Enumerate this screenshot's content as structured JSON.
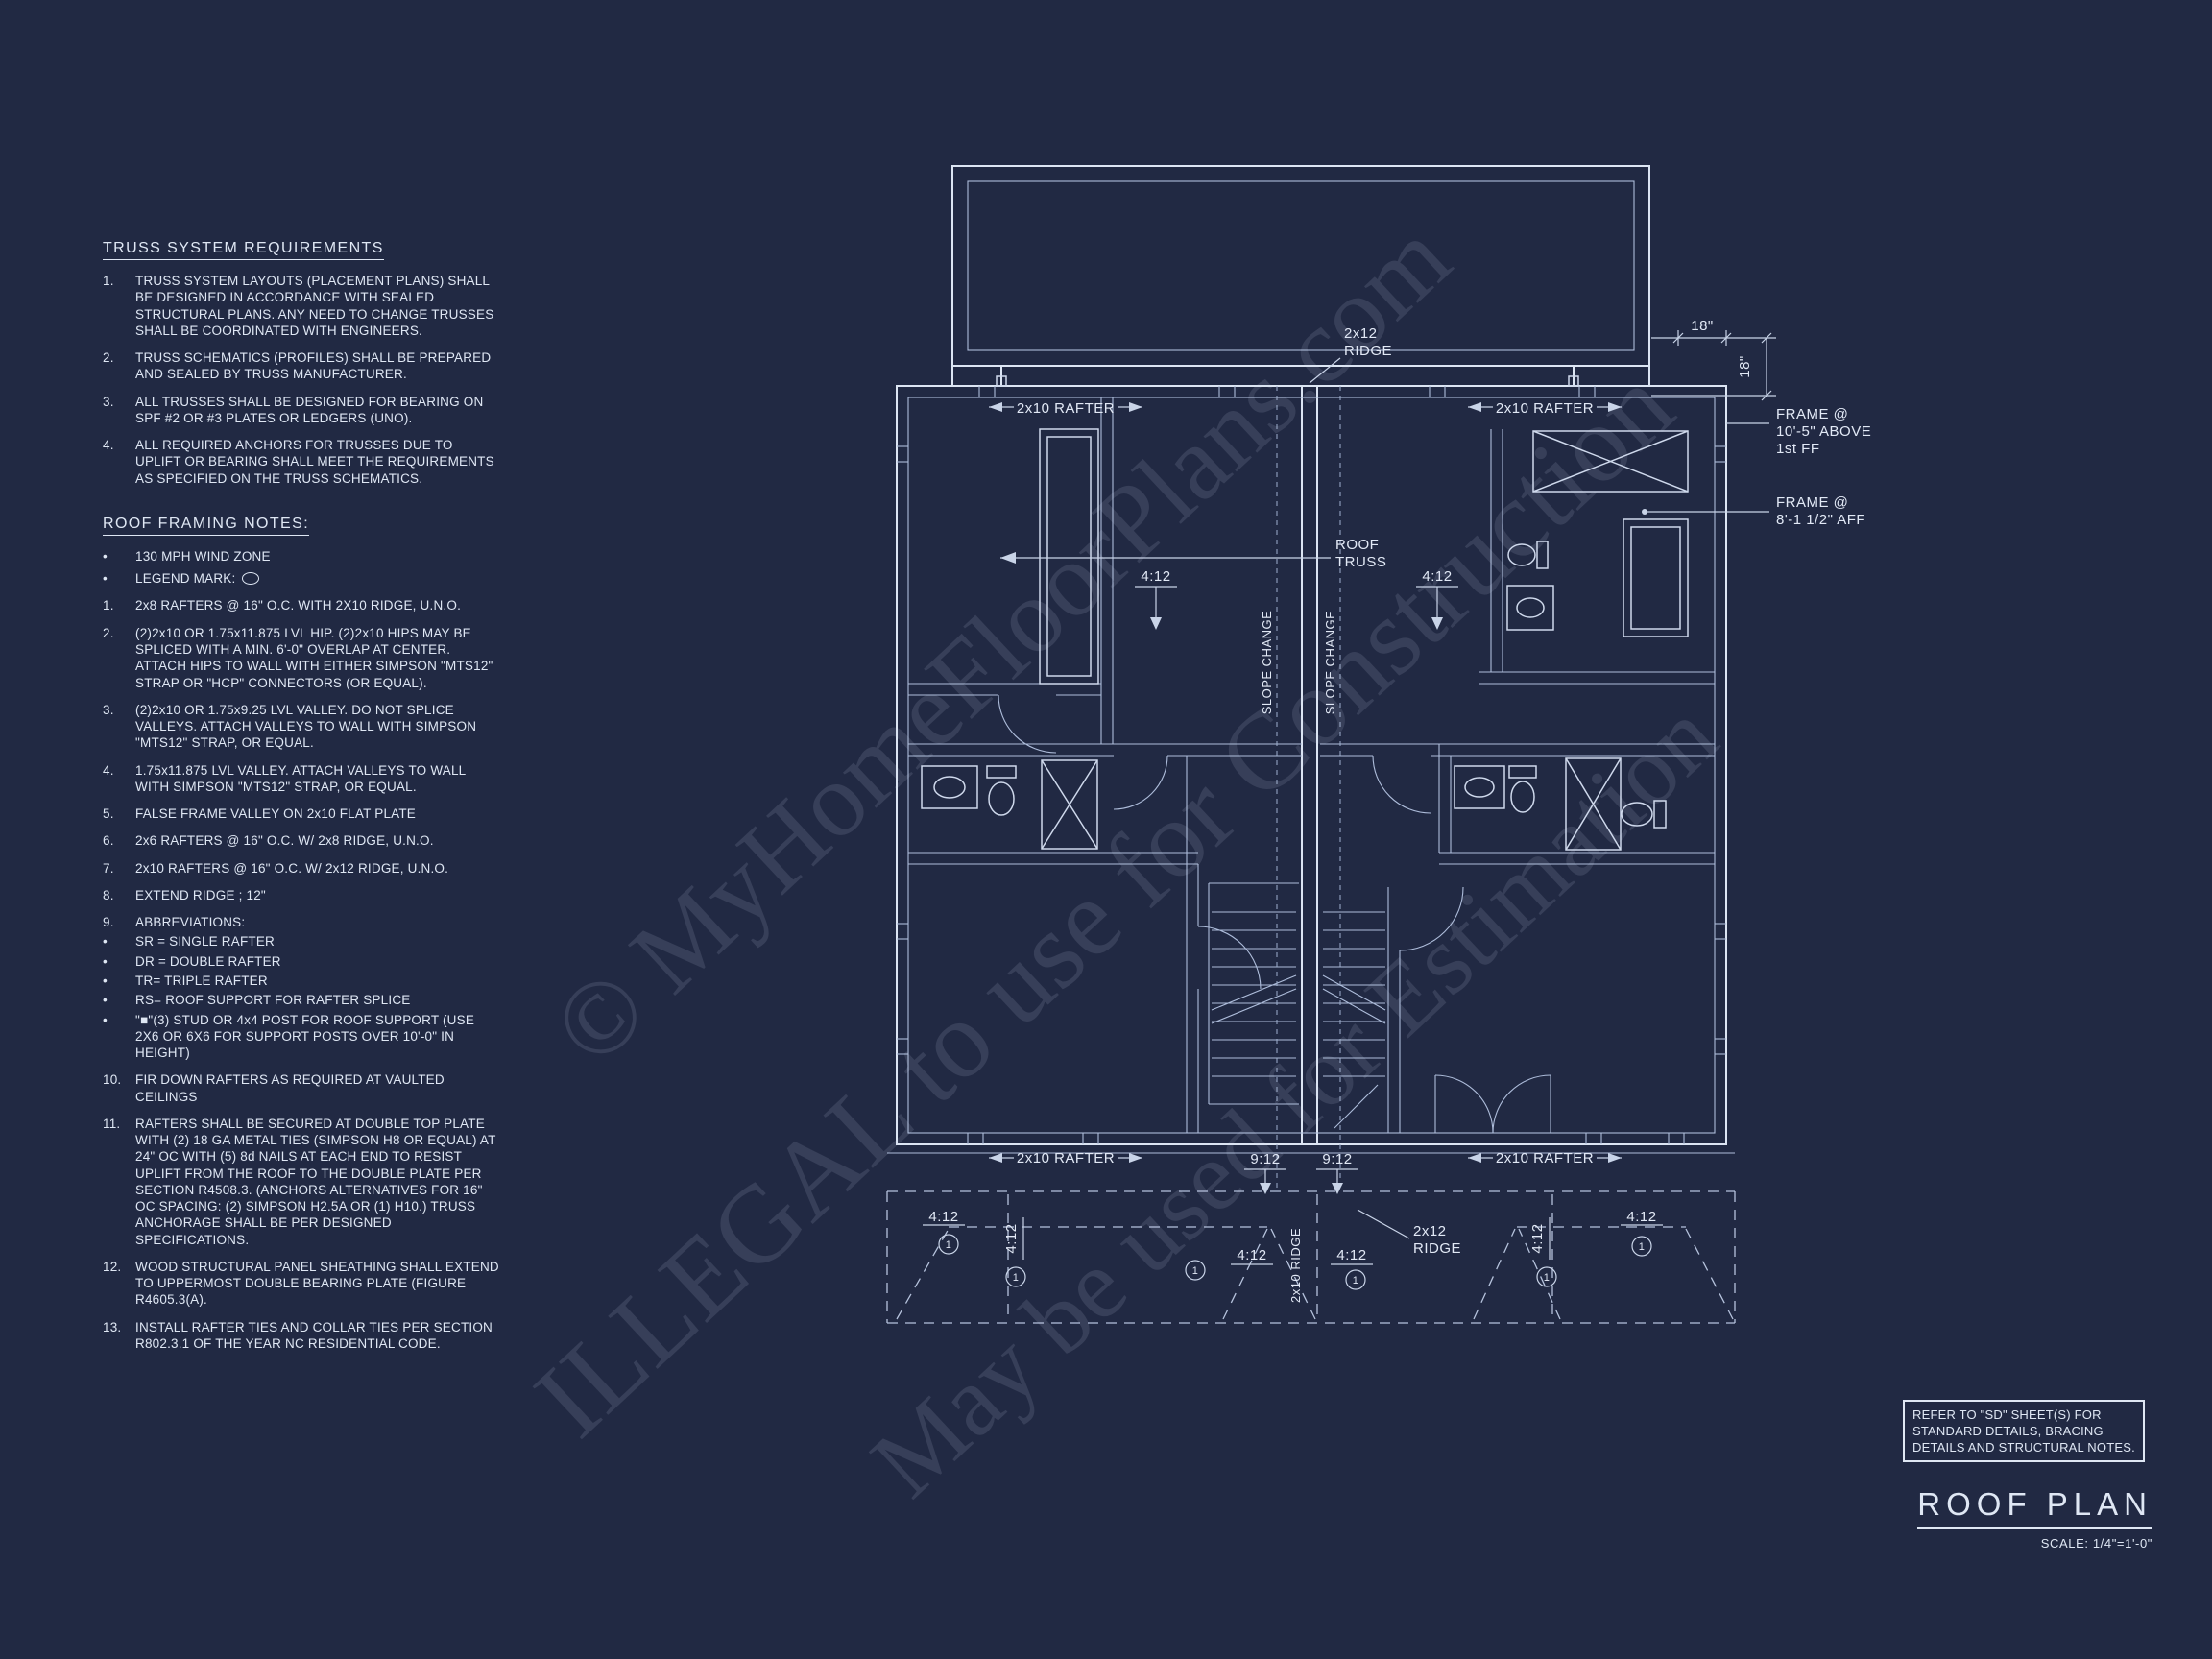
{
  "page": {
    "bg": "#212943",
    "ink": "#dfe7f4"
  },
  "notes": {
    "truss": {
      "title": "TRUSS SYSTEM REQUIREMENTS",
      "items": [
        {
          "num": "1.",
          "text": "TRUSS SYSTEM LAYOUTS (PLACEMENT PLANS) SHALL BE DESIGNED IN ACCORDANCE WITH SEALED STRUCTURAL PLANS. ANY NEED TO CHANGE TRUSSES SHALL BE COORDINATED  WITH ENGINEERS."
        },
        {
          "num": "2.",
          "text": "TRUSS SCHEMATICS (PROFILES) SHALL BE PREPARED AND SEALED BY TRUSS MANUFACTURER."
        },
        {
          "num": "3.",
          "text": "ALL TRUSSES SHALL BE DESIGNED FOR  BEARING ON SPF #2 OR #3 PLATES OR LEDGERS  (UNO)."
        },
        {
          "num": "4.",
          "text": "ALL REQUIRED ANCHORS FOR TRUSSES DUE  TO UPLIFT OR BEARING SHALL MEET THE REQUIREMENTS AS SPECIFIED ON THE TRUSS SCHEMATICS."
        }
      ]
    },
    "framing": {
      "title": "ROOF FRAMING NOTES:",
      "bullets": [
        {
          "num": "•",
          "text": "130 MPH WIND ZONE"
        },
        {
          "num": "•",
          "text": "LEGEND MARK:"
        }
      ],
      "items": [
        {
          "num": "1.",
          "text": "2x8 RAFTERS @ 16\" O.C. WITH 2X10 RIDGE, U.N.O."
        },
        {
          "num": "2.",
          "text": "(2)2x10 OR 1.75x11.875 LVL HIP.  (2)2x10 HIPS MAY BE SPLICED WITH A MIN. 6'-0\" OVERLAP AT CENTER. ATTACH HIPS TO WALL WITH EITHER SIMPSON \"MTS12\" STRAP OR \"HCP\" CONNECTORS (OR EQUAL)."
        },
        {
          "num": "3.",
          "text": "(2)2x10 OR 1.75x9.25 LVL VALLEY.  DO NOT SPLICE VALLEYS. ATTACH VALLEYS TO WALL WITH  SIMPSON \"MTS12\" STRAP, OR EQUAL."
        },
        {
          "num": "4.",
          "text": "1.75x11.875 LVL VALLEY.  ATTACH VALLEYS TO WALL WITH SIMPSON \"MTS12\" STRAP, OR EQUAL."
        },
        {
          "num": "5.",
          "text": "FALSE FRAME VALLEY ON 2x10 FLAT PLATE"
        },
        {
          "num": "6.",
          "text": "2x6 RAFTERS @ 16\" O.C. W/ 2x8 RIDGE, U.N.O."
        },
        {
          "num": "7.",
          "text": "2x10 RAFTERS @ 16\" O.C. W/ 2x12 RIDGE, U.N.O."
        },
        {
          "num": "8.",
          "text": "EXTEND RIDGE ; 12\""
        },
        {
          "num": "9.",
          "text": "ABBREVIATIONS:"
        },
        {
          "num": "•",
          "text": "SR = SINGLE RAFTER"
        },
        {
          "num": "•",
          "text": "DR = DOUBLE RAFTER"
        },
        {
          "num": "•",
          "text": "TR= TRIPLE RAFTER"
        },
        {
          "num": "•",
          "text": "RS= ROOF SUPPORT FOR RAFTER SPLICE"
        },
        {
          "num": "•",
          "text": "\"■\"(3) STUD OR 4x4 POST FOR ROOF SUPPORT (USE 2X6 OR 6X6 FOR SUPPORT POSTS OVER 10'-0\" IN HEIGHT)"
        },
        {
          "num": "10.",
          "text": "FIR DOWN RAFTERS AS REQUIRED AT VAULTED CEILINGS"
        },
        {
          "num": "11.",
          "text": "RAFTERS SHALL BE SECURED AT DOUBLE TOP PLATE WITH (2) 18 GA METAL TIES (SIMPSON H8 OR EQUAL) AT 24\" OC WITH (5) 8d NAILS AT EACH END TO RESIST UPLIFT FROM THE ROOF TO THE DOUBLE PLATE PER SECTION R4508.3. (ANCHORS ALTERNATIVES FOR 16\" OC SPACING: (2) SIMPSON H2.5A OR (1) H10.) TRUSS ANCHORAGE SHALL BE PER DESIGNED SPECIFICATIONS."
        },
        {
          "num": "12.",
          "text": "WOOD STRUCTURAL PANEL SHEATHING SHALL EXTEND TO UPPERMOST DOUBLE BEARING PLATE (FIGURE R4605.3(A)."
        },
        {
          "num": "13.",
          "text": "INSTALL RAFTER TIES AND COLLAR TIES PER SECTION R802.3.1 OF THE YEAR NC RESIDENTIAL CODE."
        }
      ]
    }
  },
  "plan": {
    "labels": {
      "ridge_2x12_a": "2x12",
      "ridge_2x12_b": "RIDGE",
      "rafter_2x10": "2x10 RAFTER",
      "dim_18": "18\"",
      "frame_at": "FRAME @",
      "frame_height_1": "10'-5\" ABOVE",
      "frame_floor_1": "1st FF",
      "frame_height_2": "8'-1 1/2\" AFF",
      "roof_word": "ROOF",
      "truss_word": "TRUSS",
      "slope_412": "4:12",
      "slope_912": "9:12",
      "slope_change": "SLOPE CHANGE",
      "ridge_2x10_v": "2x10 RIDGE",
      "keynote": "1"
    }
  },
  "watermark": {
    "line1": "© MyHomeFloorPlans.com",
    "line2": "ILLEGAL to use for Construction",
    "line3": "May be used for Estimation"
  },
  "titleblock": {
    "ref_note": "REFER TO \"SD\"  SHEET(S) FOR STANDARD DETAILS, BRACING DETAILS AND STRUCTURAL NOTES.",
    "title": "ROOF PLAN",
    "scale": "SCALE: 1/4\"=1'-0\""
  }
}
